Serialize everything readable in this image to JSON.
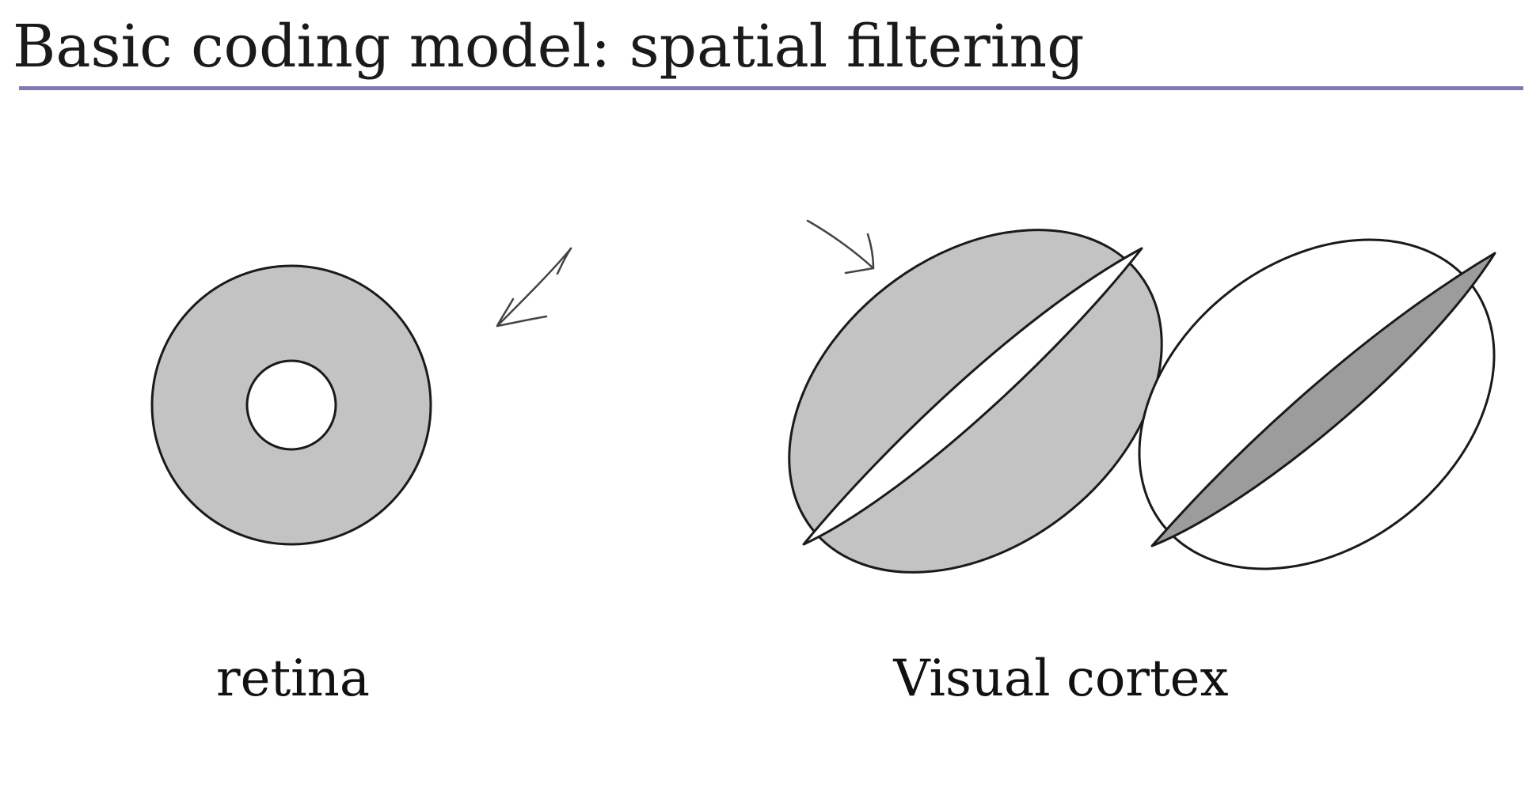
{
  "slide": {
    "title": "Basic coding model: spatial filtering",
    "accent_color": "#7e7bb4"
  },
  "diagram": {
    "fill_light_gray": "#c3c3c3",
    "fill_dark_gray": "#9c9c9c",
    "stroke_color": "#1a1a1a",
    "retina": {
      "caption": "retina",
      "shape": "center-surround receptive field (white center, gray surround)"
    },
    "cortex": {
      "caption": "Visual cortex",
      "shapes": [
        "oriented receptive field with white center band and gray flanks",
        "oriented receptive field with gray center band and white flanks"
      ]
    },
    "annotations": [
      "handwritten-arrow-down-left",
      "handwritten-arrow-down-right"
    ]
  }
}
